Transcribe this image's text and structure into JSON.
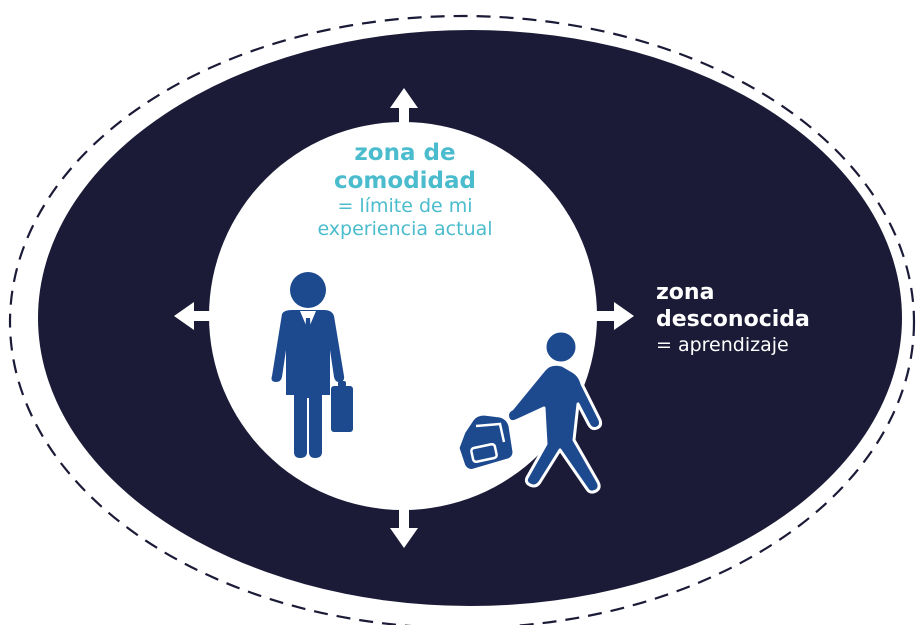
{
  "colors": {
    "background": "#ffffff",
    "outer_zone": "#1b1b38",
    "inner_zone": "#ffffff",
    "dashed_border": "#1b1b38",
    "figure": "#1d4a8f",
    "accent_text": "#4bbccd",
    "outer_text": "#ffffff",
    "arrow": "#ffffff"
  },
  "icons": [
    "arrow-up-icon",
    "arrow-down-icon",
    "arrow-left-icon",
    "arrow-right-icon",
    "businessman-icon",
    "walking-person-backpack-icon"
  ],
  "comfort_zone": {
    "title": "zona de comodidad",
    "title_line1": "zona de",
    "title_line2": "comodidad",
    "subtitle_line1": "= límite de mi",
    "subtitle_line2": "experiencia actual"
  },
  "unknown_zone": {
    "title_line1": "zona",
    "title_line2": "desconocida",
    "subtitle": "= aprendizaje"
  }
}
